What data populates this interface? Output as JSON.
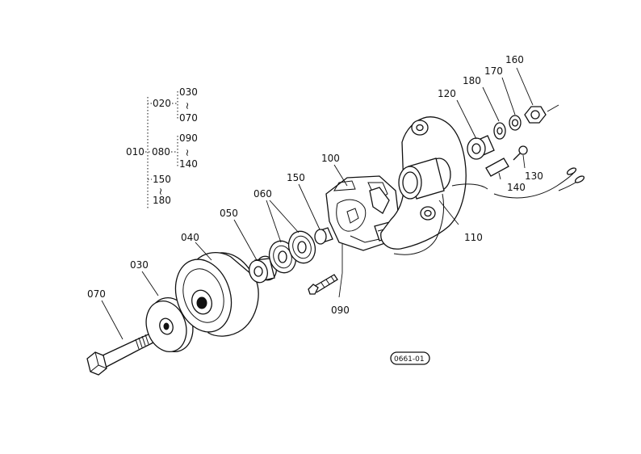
{
  "callouts": {
    "p010": "010",
    "p020": "020",
    "p030": "030",
    "p040": "040",
    "p050": "050",
    "p060": "060",
    "p070": "070",
    "p080": "080",
    "p090": "090",
    "p100": "100",
    "p110": "110",
    "p120": "120",
    "p130": "130",
    "p140": "140",
    "p150": "150",
    "p160": "160",
    "p170": "170",
    "p180": "180"
  },
  "tree": {
    "top": "010",
    "sub1": "020",
    "sub1_from": "030",
    "sub1_to": "070",
    "sub2": "080",
    "sub2_from": "090",
    "sub2_to": "140",
    "sub3_from": "150",
    "sub3_to": "180",
    "range_mark": "~"
  },
  "figure_code": "0661-01"
}
